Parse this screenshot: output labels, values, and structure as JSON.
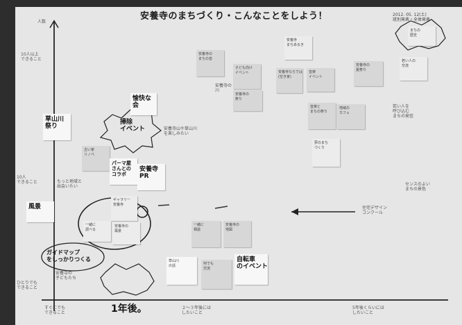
{
  "title": "安養寺のまちづくり・こんなことをしよう！",
  "date": "2012. 05. 12(土)",
  "date_sub": "班別発表・全体発表",
  "axis": {
    "y_top": "人数",
    "y_many": "10人以上\nできること",
    "y_middle": "10人\nできること",
    "y_few": "ひとりでも\nできること",
    "x_now": "すぐにでも\nできること",
    "x_1year": "1年後。",
    "x_2_3years": "２～３年後には\nしたいこと",
    "x_5years": "5年後くらいには\nしたいこと"
  },
  "notes": [
    {
      "id": "note-1",
      "text": "安養寺の\nまちの音"
    },
    {
      "id": "note-2",
      "text": "子ども向け\nイベント"
    },
    {
      "id": "note-3",
      "text": "安養寺\nまちあるき"
    },
    {
      "id": "note-4",
      "text": "安養寺ならでは\n(空き家)"
    },
    {
      "id": "note-5",
      "text": "音楽\nイベント"
    },
    {
      "id": "note-6",
      "text": "安養寺の\n夏祭り"
    },
    {
      "id": "note-7",
      "text": "若い人の\n交流"
    },
    {
      "id": "note-8",
      "text": "音楽と\nまちの祭り"
    },
    {
      "id": "note-9",
      "text": "地域の\nカフェ"
    },
    {
      "id": "note-10",
      "text": "安養寺の\n祭り"
    },
    {
      "id": "note-11",
      "text": "夢のまち\nづくり"
    },
    {
      "id": "note-12",
      "text": "古い家\nリノベ"
    },
    {
      "id": "note-13",
      "text": "一緒に\n相談"
    },
    {
      "id": "note-14",
      "text": "安養寺の\n地図"
    },
    {
      "id": "note-15",
      "text": "草山川\nの話"
    },
    {
      "id": "note-16",
      "text": "何でも\n交流"
    },
    {
      "id": "note-17",
      "text": "一緒に\n調べる"
    },
    {
      "id": "note-18",
      "text": "安養寺の\n風景"
    },
    {
      "id": "note-19",
      "text": "ギャラリー\n安養寺"
    },
    {
      "id": "note-20",
      "text": "まちの\n歴史"
    }
  ],
  "handwritten": {
    "hirosaka": "草山川\n祭り",
    "oubei": "掃除\nイベント",
    "yukaisou": "愉快な\n会",
    "pareado": "パーマ屋\nさんとの\nコラボ",
    "yuen": "安養寺\nPR",
    "gaido": "ガイドマップ\nをしっかりつくる",
    "fuu": "風景",
    "jisuji": "自転車\nのイベント"
  },
  "annotations": {
    "left_1": "もっと地域と\n出会いたい",
    "left_2": "安養寺の\n子どもたち",
    "mid_1": "安養寺山や草山川\nを楽しみたい",
    "mid_2": "安養寺の\n川",
    "right_1": "若い人を\n呼び込む\nまちの発信",
    "right_2": "センスのよい\nまちの景色",
    "right_3": "住宅デザイン\nコンクール"
  }
}
